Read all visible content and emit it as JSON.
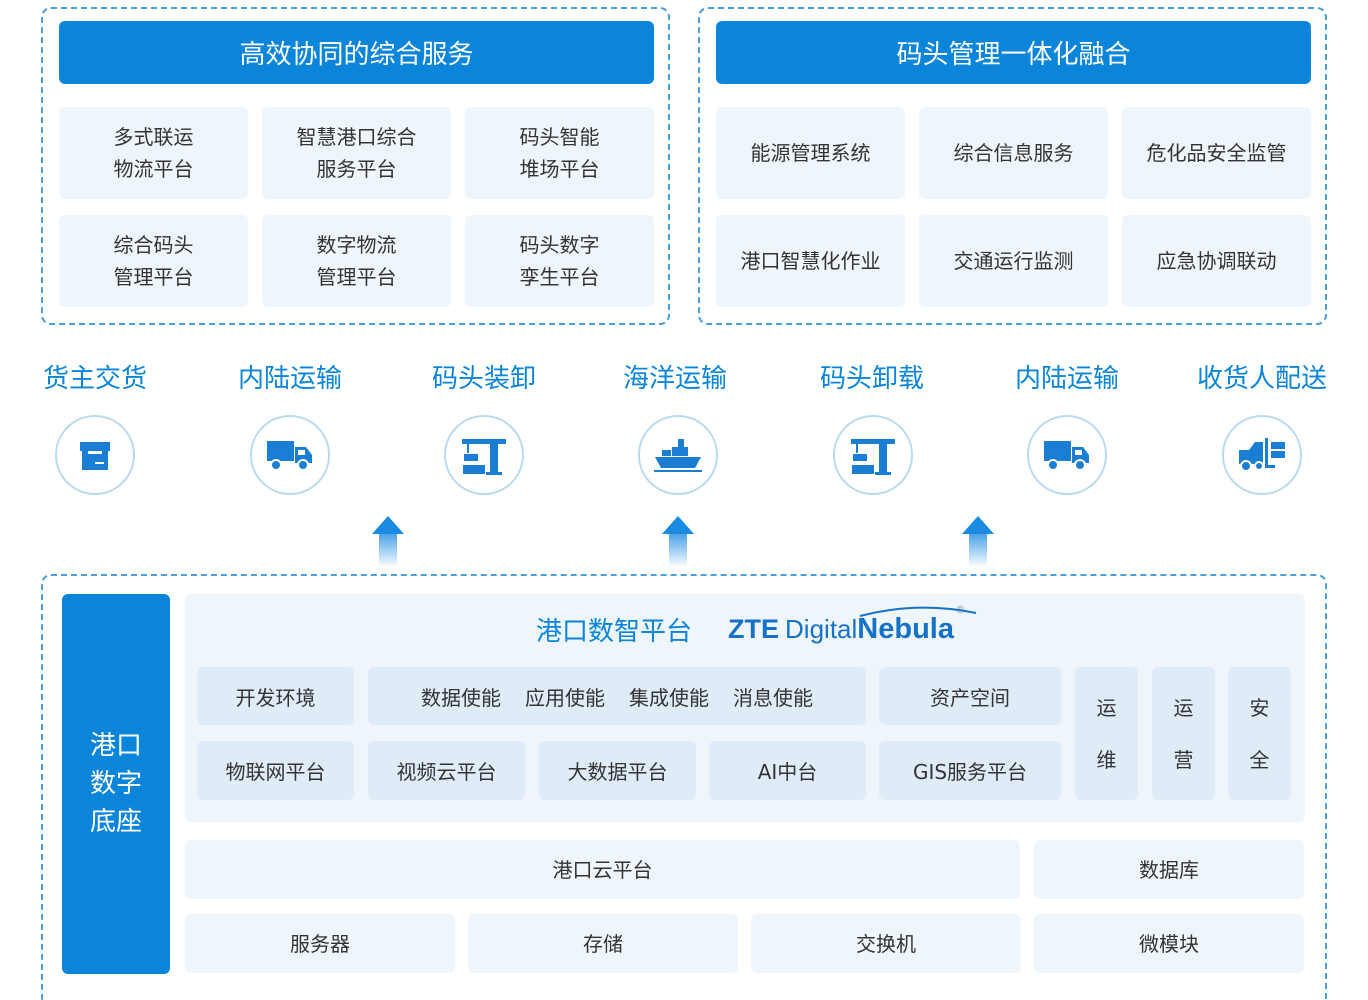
{
  "top_left": {
    "title": "高效协同的综合服务",
    "cells": [
      [
        "多式联运",
        "物流平台"
      ],
      [
        "智慧港口综合",
        "服务平台"
      ],
      [
        "码头智能",
        "堆场平台"
      ],
      [
        "综合码头",
        "管理平台"
      ],
      [
        "数字物流",
        "管理平台"
      ],
      [
        "码头数字",
        "孪生平台"
      ]
    ]
  },
  "top_right": {
    "title": "码头管理一体化融合",
    "cells": [
      "能源管理系统",
      "综合信息服务",
      "危化品安全监管",
      "港口智慧化作业",
      "交通运行监测",
      "应急协调联动"
    ]
  },
  "flow": [
    {
      "label": "货主交货",
      "icon": "box-icon"
    },
    {
      "label": "内陆运输",
      "icon": "truck-icon"
    },
    {
      "label": "码头装卸",
      "icon": "crane-icon"
    },
    {
      "label": "海洋运输",
      "icon": "ship-icon"
    },
    {
      "label": "码头卸载",
      "icon": "crane-icon"
    },
    {
      "label": "内陆运输",
      "icon": "truck-icon"
    },
    {
      "label": "收货人配送",
      "icon": "forklift-icon"
    }
  ],
  "base": {
    "side_label": [
      "港口",
      "数字",
      "底座"
    ],
    "platform_title": "港口数智平台",
    "brand": {
      "zte": "ZTE",
      "digital": "Digital",
      "nebula": "Nebula",
      "reg": "®"
    },
    "row1": {
      "dev_env": "开发环境",
      "enablers": [
        "数据使能",
        "应用使能",
        "集成使能",
        "消息使能"
      ],
      "asset_space": "资产空间"
    },
    "row2": [
      "物联网平台",
      "视频云平台",
      "大数据平台",
      "AI中台",
      "GIS服务平台"
    ],
    "vertical": [
      [
        "运",
        "维"
      ],
      [
        "运",
        "营"
      ],
      [
        "安",
        "全"
      ]
    ],
    "cloud": "港口云平台",
    "database": "数据库",
    "hardware": [
      "服务器",
      "存储",
      "交换机",
      "微模块"
    ]
  },
  "colors": {
    "primary": "#0a85d9",
    "cell_bg": "#eef5fb",
    "dash": "#4a9fd8"
  }
}
